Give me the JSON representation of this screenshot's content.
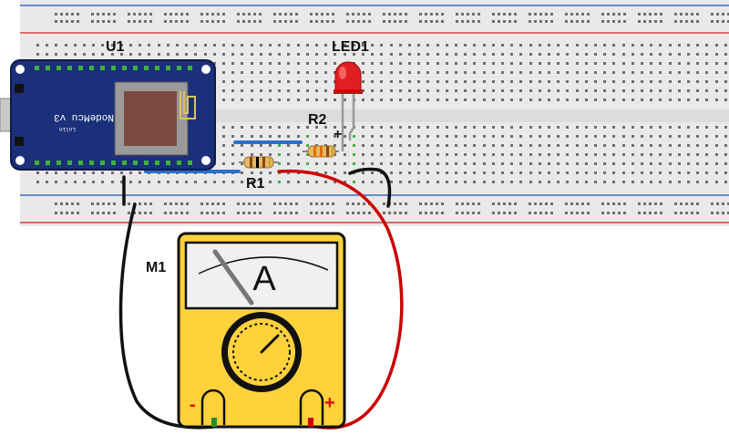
{
  "labels": {
    "u1": "U1",
    "led1": "LED1",
    "r1": "R1",
    "r2": "R2",
    "m1": "M1",
    "led_plus": "+"
  },
  "board": {
    "name": "NodeMcu v3",
    "sub": "Lolin"
  },
  "meter": {
    "unit": "A",
    "neg": "-",
    "pos": "+"
  },
  "colors": {
    "breadboard": "#e9e9e9",
    "rail_red": "#d02020",
    "rail_blue": "#2050c0",
    "hole_green": "#3cb43c",
    "board_blue": "#1b2f7a",
    "meter_yellow": "#ffd23c",
    "wire_red": "#cc0000",
    "wire_black": "#111111",
    "jumper_blue": "#2a6fcf",
    "led_red": "#e02020"
  },
  "icons": [
    "multimeter-dial-icon",
    "led-icon",
    "resistor-icon",
    "usb-port-icon",
    "wifi-antenna-icon"
  ]
}
